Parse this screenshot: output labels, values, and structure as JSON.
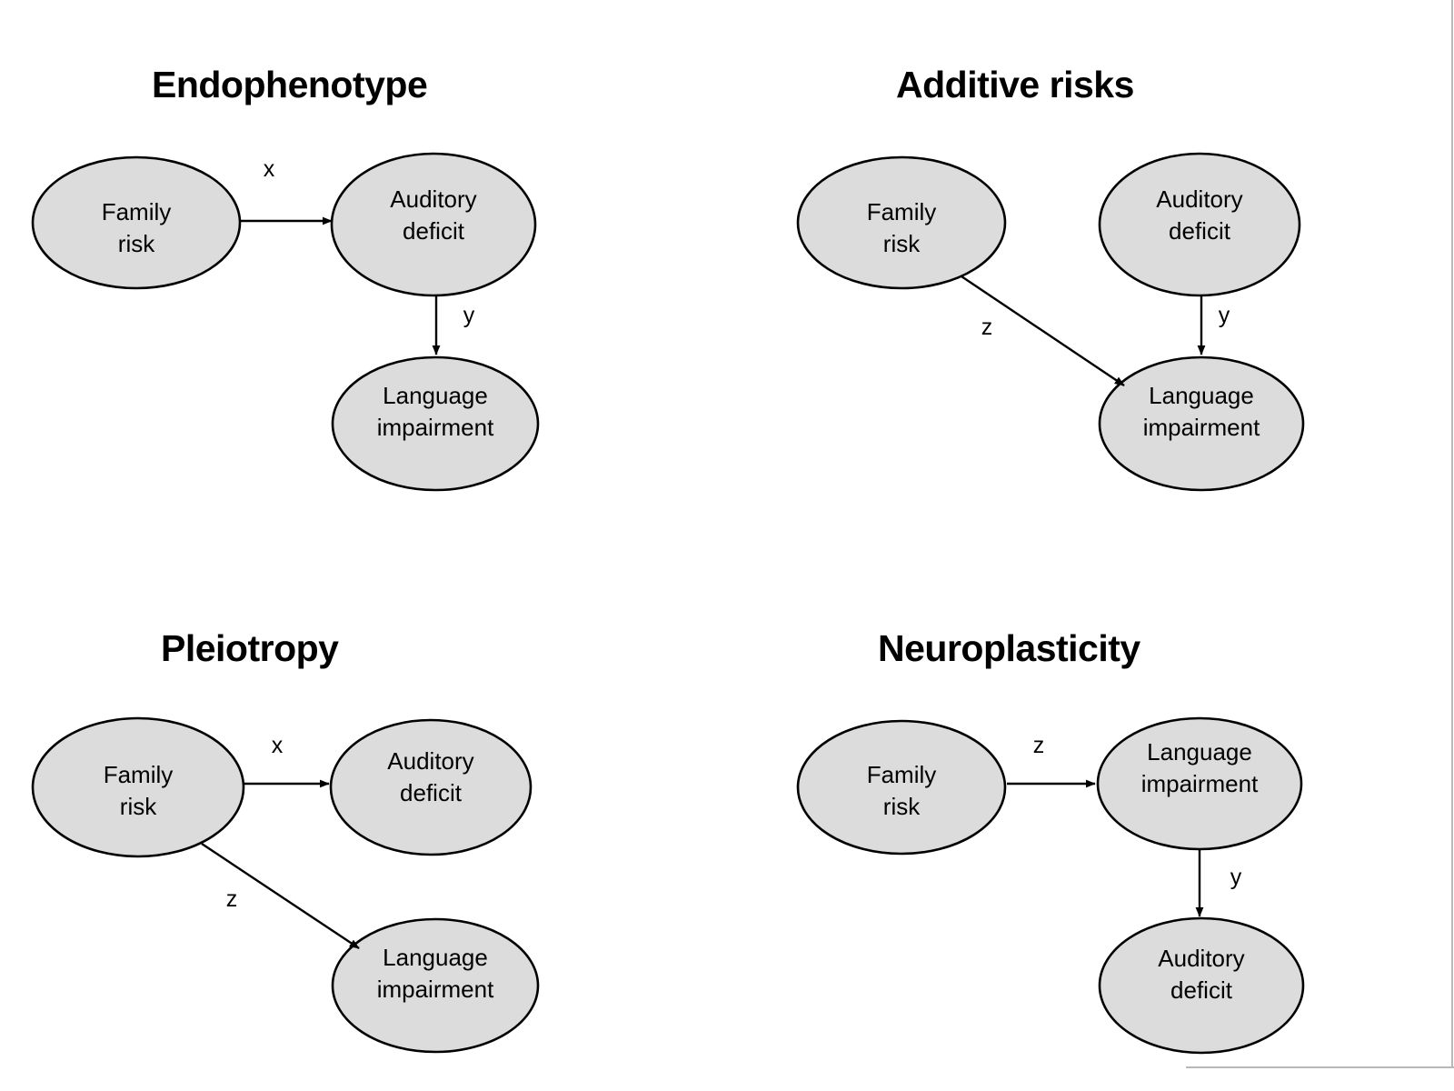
{
  "figure": {
    "background_color": "#ffffff",
    "node_fill_color": "#dcdcdc",
    "node_stroke_color": "#000000",
    "panels": [
      {
        "id": "endophenotype",
        "title": "Endophenotype",
        "nodes": [
          {
            "id": "family-risk",
            "label_line1": "Family",
            "label_line2": "risk"
          },
          {
            "id": "auditory-deficit",
            "label_line1": "Auditory",
            "label_line2": "deficit"
          },
          {
            "id": "language-impairment",
            "label_line1": "Language",
            "label_line2": "impairment"
          }
        ],
        "edges": [
          {
            "id": "family-risk-to-auditory-deficit",
            "label": "x",
            "from": "family-risk",
            "to": "auditory-deficit"
          },
          {
            "id": "auditory-deficit-to-language-impairment",
            "label": "y",
            "from": "auditory-deficit",
            "to": "language-impairment"
          }
        ]
      },
      {
        "id": "additive-risks",
        "title": "Additive risks",
        "nodes": [
          {
            "id": "family-risk",
            "label_line1": "Family",
            "label_line2": "risk"
          },
          {
            "id": "auditory-deficit",
            "label_line1": "Auditory",
            "label_line2": "deficit"
          },
          {
            "id": "language-impairment",
            "label_line1": "Language",
            "label_line2": "impairment"
          }
        ],
        "edges": [
          {
            "id": "family-risk-to-language-impairment",
            "label": "z",
            "from": "family-risk",
            "to": "language-impairment"
          },
          {
            "id": "auditory-deficit-to-language-impairment",
            "label": "y",
            "from": "auditory-deficit",
            "to": "language-impairment"
          }
        ]
      },
      {
        "id": "pleiotropy",
        "title": "Pleiotropy",
        "nodes": [
          {
            "id": "family-risk",
            "label_line1": "Family",
            "label_line2": "risk"
          },
          {
            "id": "auditory-deficit",
            "label_line1": "Auditory",
            "label_line2": "deficit"
          },
          {
            "id": "language-impairment",
            "label_line1": "Language",
            "label_line2": "impairment"
          }
        ],
        "edges": [
          {
            "id": "family-risk-to-auditory-deficit",
            "label": "x",
            "from": "family-risk",
            "to": "auditory-deficit"
          },
          {
            "id": "family-risk-to-language-impairment",
            "label": "z",
            "from": "family-risk",
            "to": "language-impairment"
          }
        ]
      },
      {
        "id": "neuroplasticity",
        "title": "Neuroplasticity",
        "nodes": [
          {
            "id": "family-risk",
            "label_line1": "Family",
            "label_line2": "risk"
          },
          {
            "id": "language-impairment",
            "label_line1": "Language",
            "label_line2": "impairment"
          },
          {
            "id": "auditory-deficit",
            "label_line1": "Auditory",
            "label_line2": "deficit"
          }
        ],
        "edges": [
          {
            "id": "family-risk-to-language-impairment",
            "label": "z",
            "from": "family-risk",
            "to": "language-impairment"
          },
          {
            "id": "language-impairment-to-auditory-deficit",
            "label": "y",
            "from": "language-impairment",
            "to": "auditory-deficit"
          }
        ]
      }
    ]
  }
}
